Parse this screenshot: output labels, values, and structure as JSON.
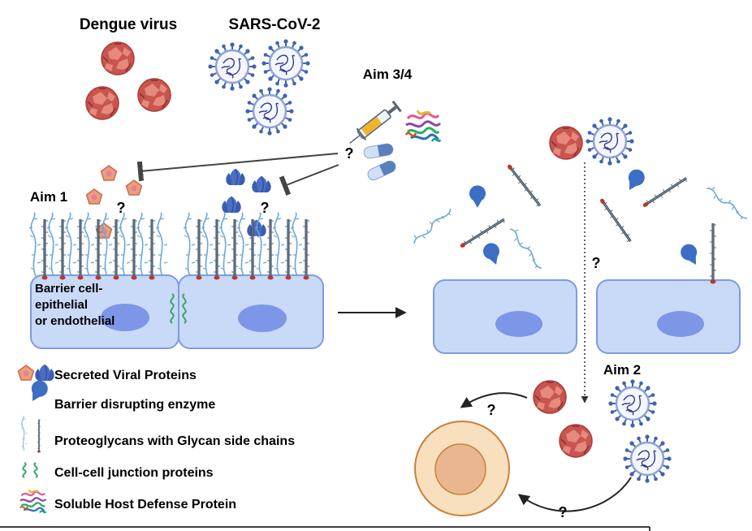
{
  "labels": {
    "dengue": "Dengue virus",
    "sars": "SARS-CoV-2",
    "aim34": "Aim 3/4",
    "aim1": "Aim 1",
    "aim2": "Aim 2",
    "barrier_line1": "Barrier cell-",
    "barrier_line2": "epithelial",
    "barrier_line3": "or endothelial",
    "question": "?"
  },
  "legend": [
    {
      "icon": "secreted-viral-proteins-icon",
      "label": "Secreted Viral Proteins"
    },
    {
      "icon": "barrier-enzyme-icon",
      "label": "Barrier disrupting enzyme"
    },
    {
      "icon": "proteoglycan-icon",
      "label": "Proteoglycans with Glycan side chains"
    },
    {
      "icon": "junction-proteins-icon",
      "label": "Cell-cell junction proteins"
    },
    {
      "icon": "host-defense-protein-icon",
      "label": "Soluble Host Defense Protein"
    }
  ],
  "colors": {
    "dengue": "#c0504d",
    "sars_ring": "#4a6fb5",
    "cell_fill": "#c9d9f8",
    "cell_stroke": "#7e9be0",
    "nucleus": "#7d96e8",
    "glycan": "#6fa9d8",
    "enzyme": "#3d6fc2",
    "host_cell": "#f7ddb9",
    "host_nucleus": "#e7b48a"
  }
}
